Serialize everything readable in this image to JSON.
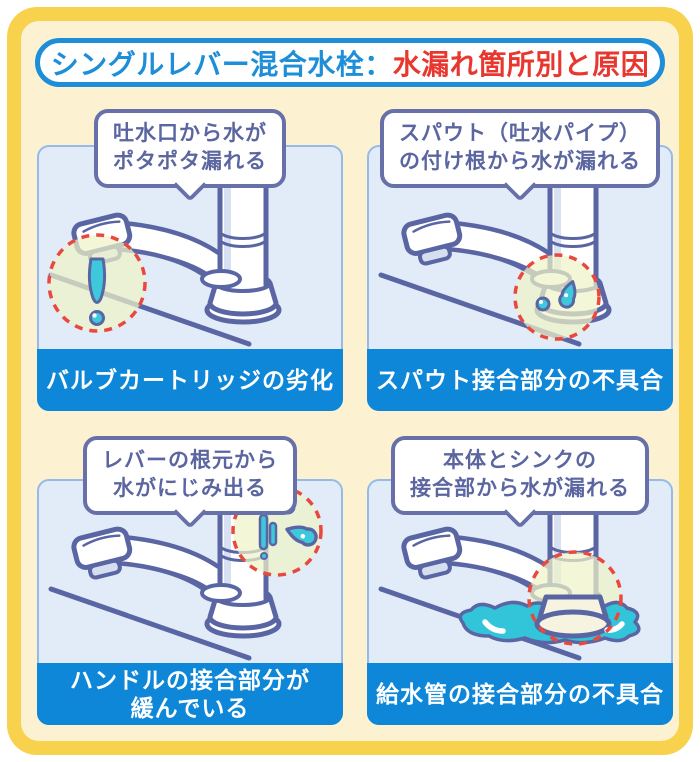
{
  "title": {
    "blue": "シングルレバー混合水栓：",
    "red": "水漏れ箇所別と原因"
  },
  "panels": [
    {
      "id": "spout-drip",
      "bubble": "吐水口から水が\nポタポタ漏れる",
      "cause": "バルブカートリッジの劣化"
    },
    {
      "id": "spout-base-leak",
      "bubble": "スパウト（吐水パイプ）\nの付け根から水が漏れる",
      "cause": "スパウト接合部分の不具合"
    },
    {
      "id": "lever-base-leak",
      "bubble": "レバーの根元から\n水がにじみ出る",
      "cause": "ハンドルの接合部分が\n緩んでいる"
    },
    {
      "id": "body-sink-leak",
      "bubble": "本体とシンクの\n接合部から水が漏れる",
      "cause": "給水管の接合部分の不具合"
    }
  ],
  "icons": {
    "faucet": "single-lever-faucet-illustration",
    "leak_marker": "red-dashed-highlight-circle",
    "water": "teal-water-drop"
  },
  "colors": {
    "frame_yellow": "#F8D24D",
    "background_cream": "#FCF2D1",
    "title_blue": "#1E8ED8",
    "title_red": "#E8372E",
    "panel_background": "#E2EBF8",
    "panel_border": "#96BAE8",
    "banner_blue": "#0E87D8",
    "bubble_ink": "#5B66A0",
    "faucet_outline": "#5A66A3",
    "highlight_dash_red": "#E9483F",
    "highlight_tint": "#EEF3C8",
    "water_teal": "#3EC8DC"
  }
}
